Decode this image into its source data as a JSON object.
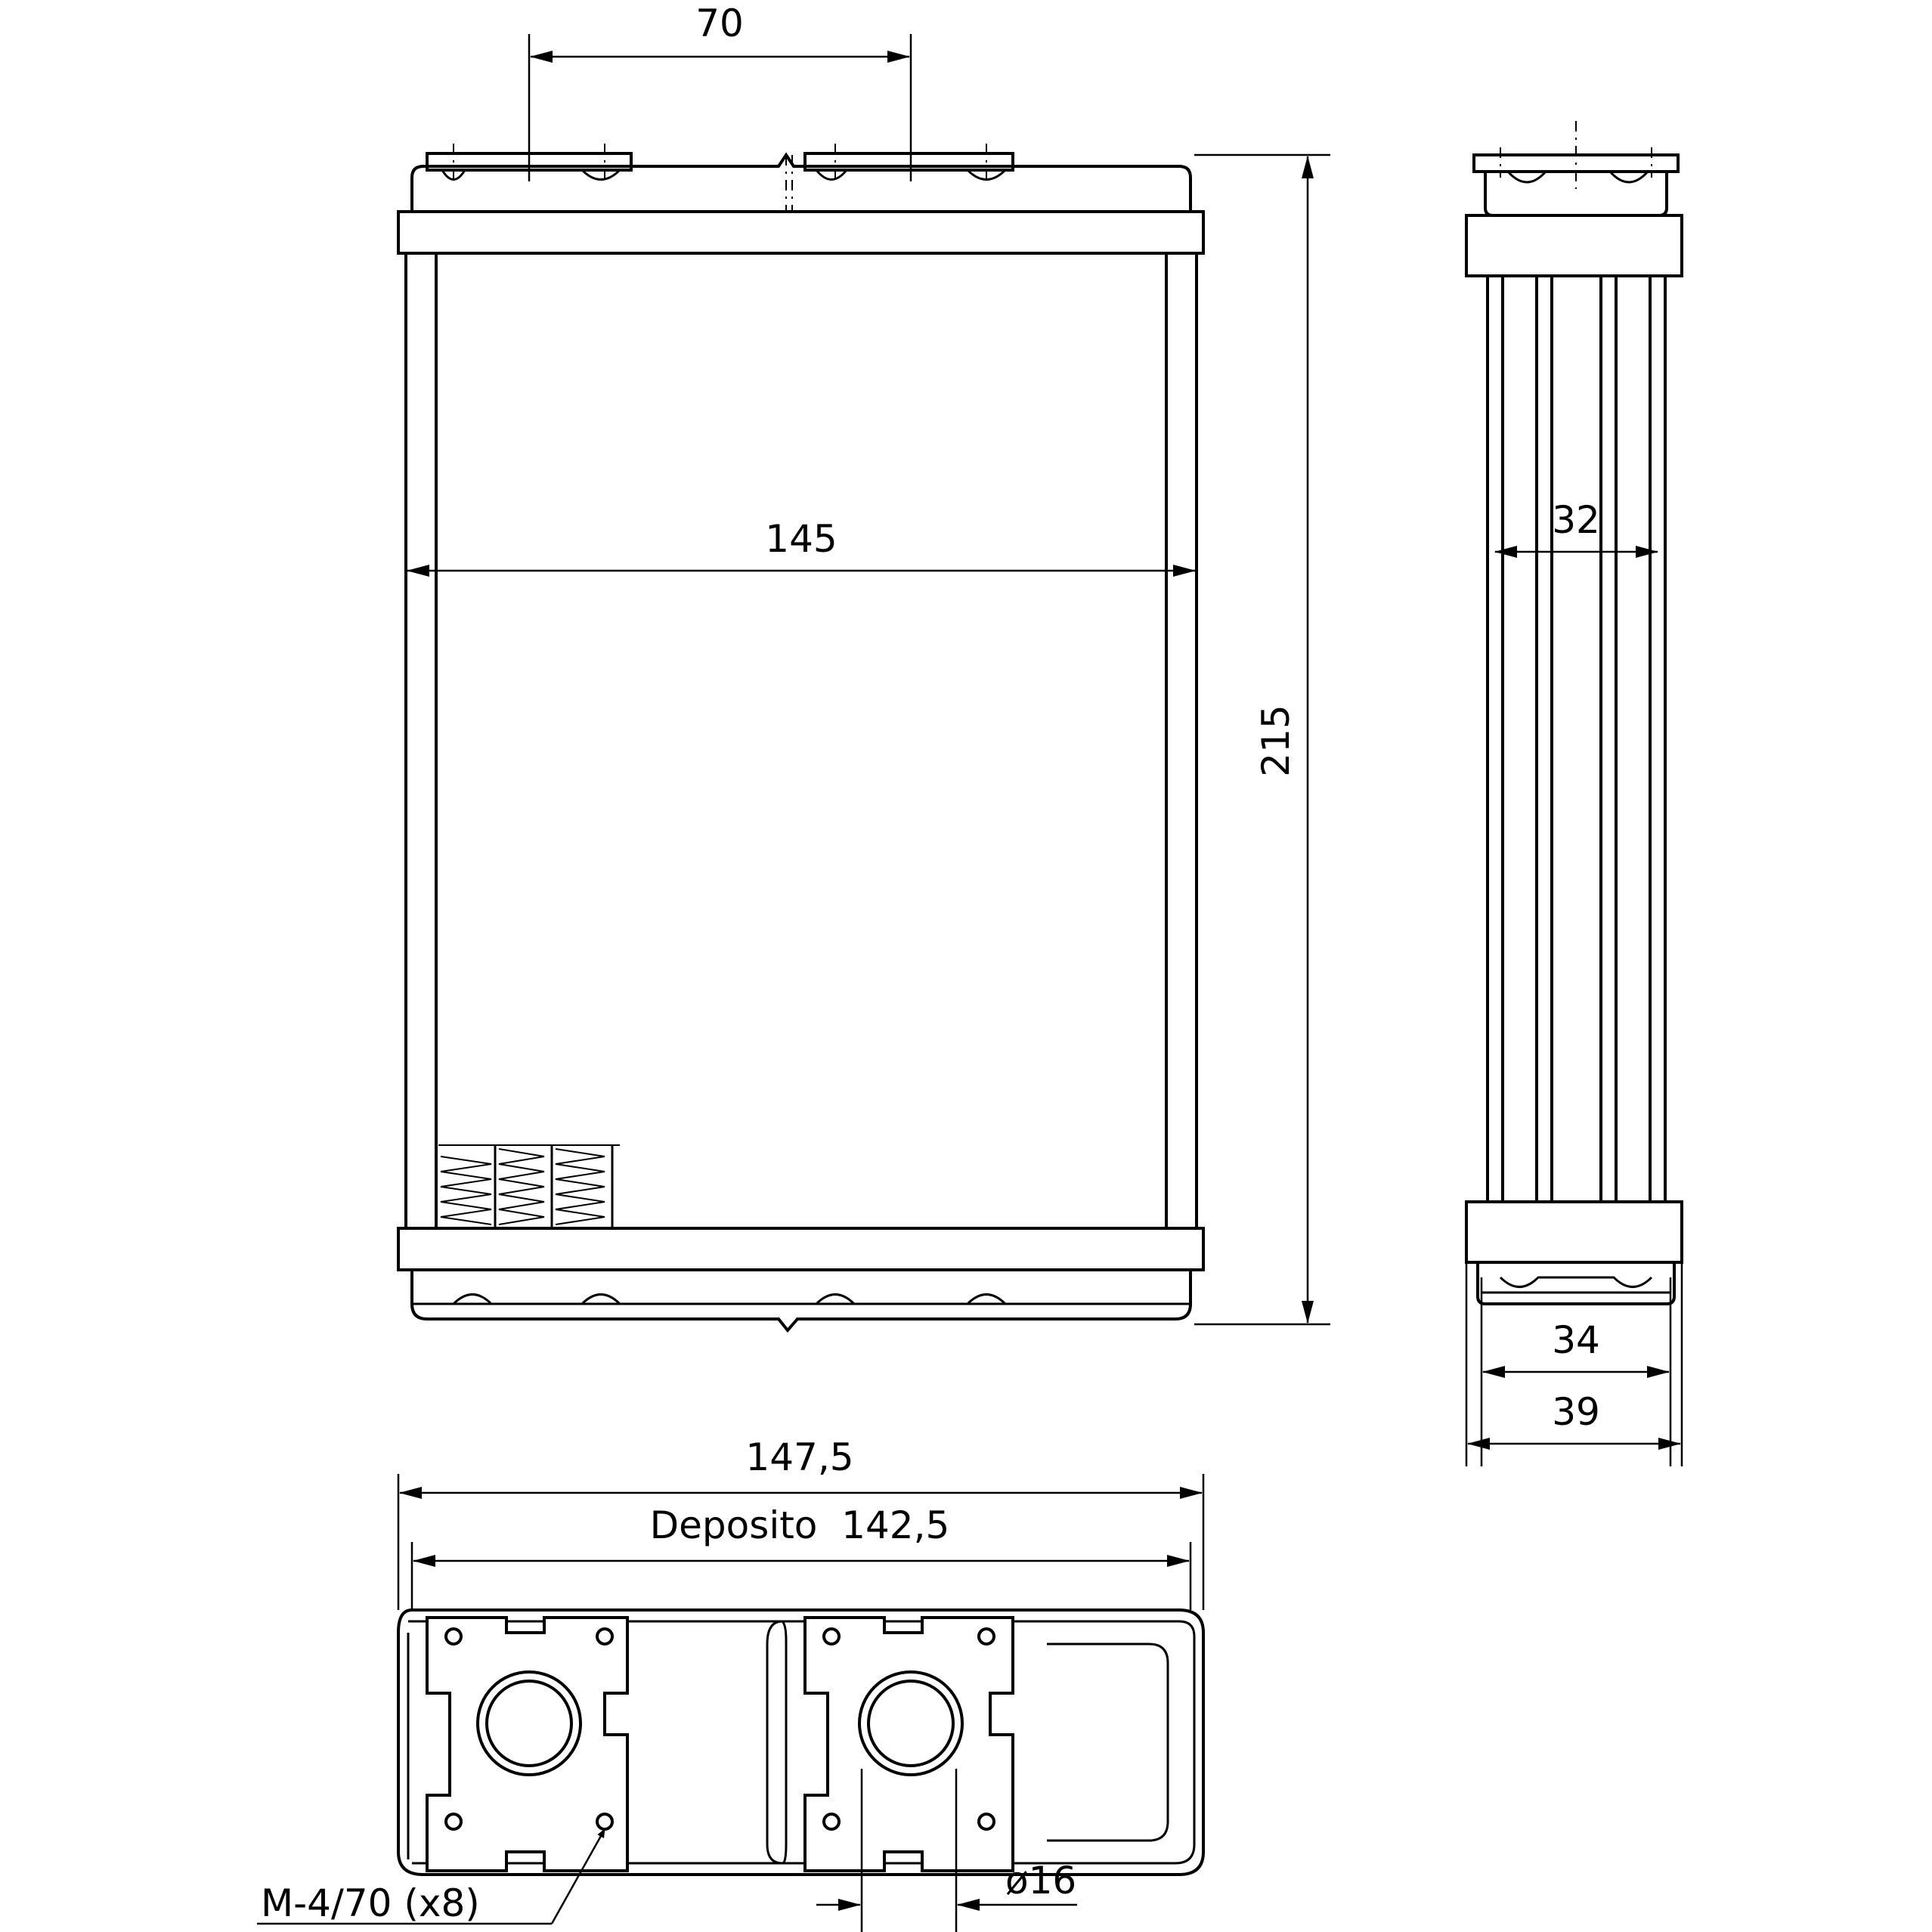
{
  "dimensions": {
    "port_spacing": "70",
    "core_width": "145",
    "overall_height": "215",
    "core_depth": "32",
    "tank_depth": "34",
    "overall_depth": "39",
    "overall_width": "147,5",
    "tank_width": "Deposito  142,5",
    "thread_note": "M-4/70 (x8)",
    "port_diameter": "ø16"
  }
}
